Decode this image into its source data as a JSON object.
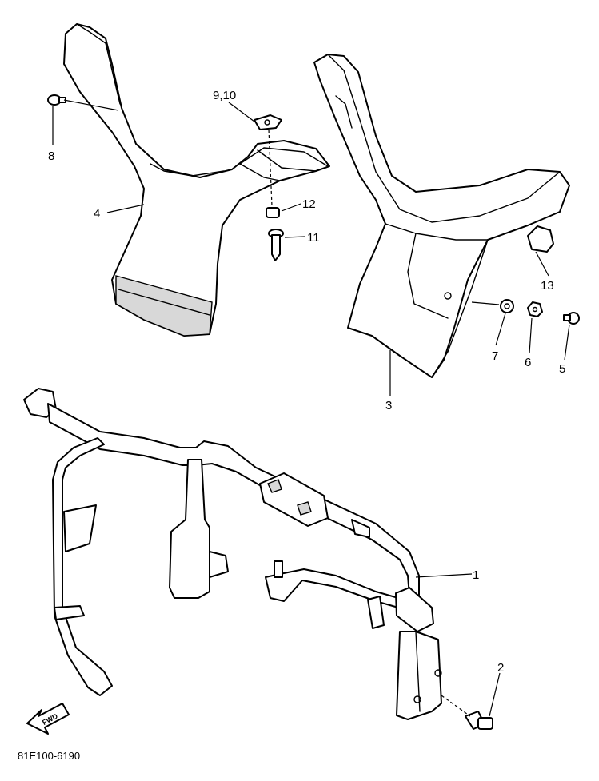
{
  "callouts": [
    {
      "id": "1",
      "text": "1"
    },
    {
      "id": "2",
      "text": "2"
    },
    {
      "id": "3",
      "text": "3"
    },
    {
      "id": "4",
      "text": "4"
    },
    {
      "id": "5",
      "text": "5"
    },
    {
      "id": "6",
      "text": "6"
    },
    {
      "id": "7",
      "text": "7"
    },
    {
      "id": "8",
      "text": "8"
    },
    {
      "id": "9_10",
      "text": "9,10"
    },
    {
      "id": "11",
      "text": "11"
    },
    {
      "id": "12",
      "text": "12"
    },
    {
      "id": "13",
      "text": "13"
    }
  ],
  "fwd_marker": "FWD",
  "diagram_code": "81E100-6190"
}
